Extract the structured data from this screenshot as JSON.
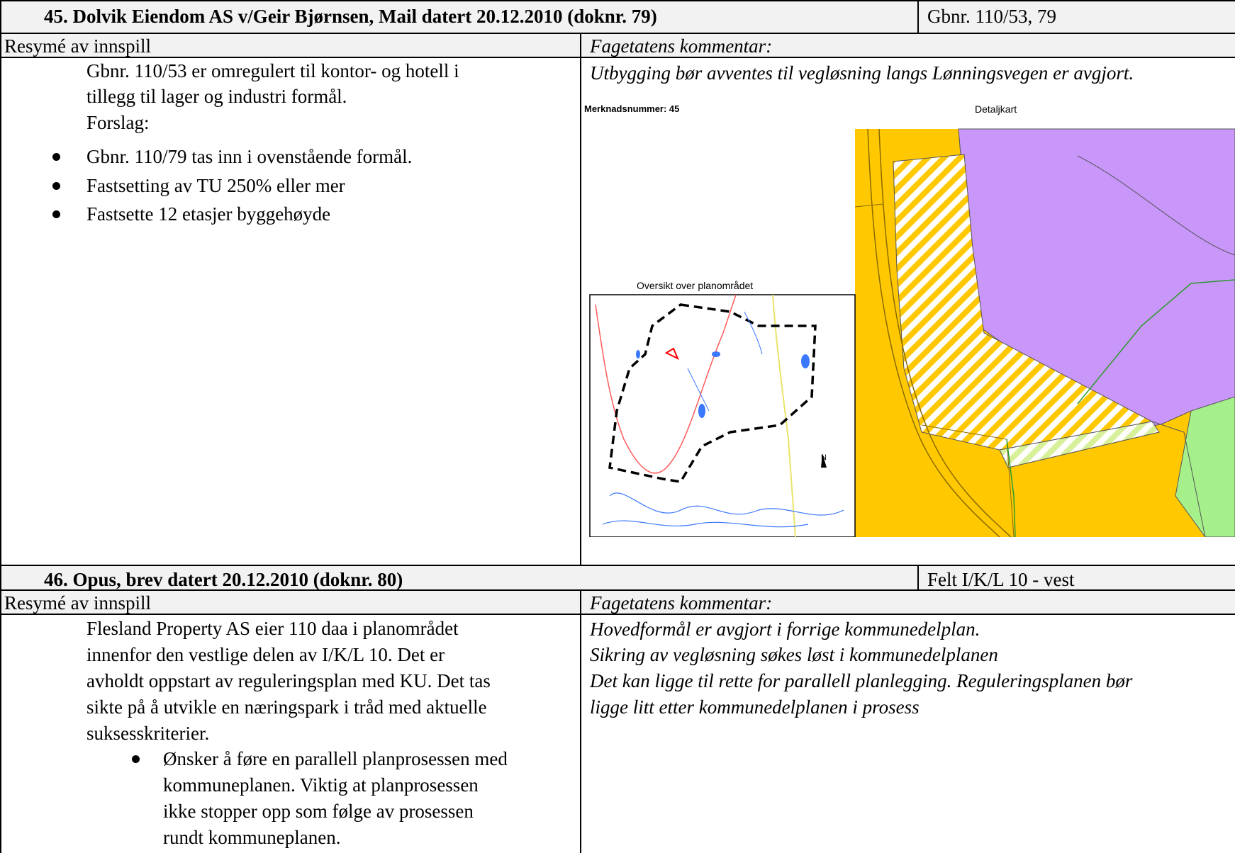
{
  "sections": [
    {
      "heading": "45. Dolvik Eiendom AS v/Geir Bjørnsen, Mail datert 20.12.2010 (doknr. 79)",
      "reference": "Gbnr. 110/53, 79",
      "summary_label": "Resymé av innspill",
      "comment_label": "Fagetatens kommentar:",
      "summary_lines": [
        "Gbnr. 110/53 er omregulert til kontor- og hotell i",
        "tillegg til lager og industri formål.",
        "Forslag:"
      ],
      "bullets": [
        "Gbnr. 110/79 tas inn i ovenstående formål.",
        "Fastsetting av TU 250% eller mer",
        "Fastsette 12 etasjer byggehøyde"
      ],
      "comment_lines": [
        "Utbygging bør avventes til vegløsning langs Lønningsvegen er avgjort."
      ],
      "map": {
        "label_number": "Merknadsnummer: 45",
        "label_detail": "Detaljkart",
        "label_overview": "Oversikt over planområdet",
        "north_label": "N",
        "colors": {
          "yellow": "#ffc800",
          "purple": "#c996fa",
          "green": "#a6f08c",
          "boundary": "#000000",
          "water": "#3a78ff",
          "red_line": "#ff5a5a",
          "road": "#e8e46a"
        }
      }
    },
    {
      "heading": "46. Opus, brev datert 20.12.2010 (doknr. 80)",
      "reference": "Felt I/K/L 10 - vest",
      "summary_label": "Resymé av innspill",
      "comment_label": "Fagetatens kommentar:",
      "summary_lines": [
        "Flesland Property AS eier 110 daa i planområdet",
        "innenfor den vestlige delen av I/K/L 10. Det er",
        "avholdt oppstart av reguleringsplan med KU. Det tas",
        "sikte på å utvikle en næringspark i tråd med aktuelle",
        "suksesskriterier."
      ],
      "bullets": [
        "Ønsker å føre en parallell planprosessen med",
        "kommuneplanen. Viktig at planprosessen",
        "ikke stopper opp som følge av prosessen",
        "rundt kommuneplanen."
      ],
      "comment_lines": [
        "Hovedformål er avgjort i forrige kommunedelplan.",
        "Sikring av vegløsning søkes løst i kommunedelplanen",
        "Det kan ligge til rette for parallell planlegging. Reguleringsplanen bør",
        "ligge litt etter kommunedelplanen i prosess"
      ]
    }
  ]
}
